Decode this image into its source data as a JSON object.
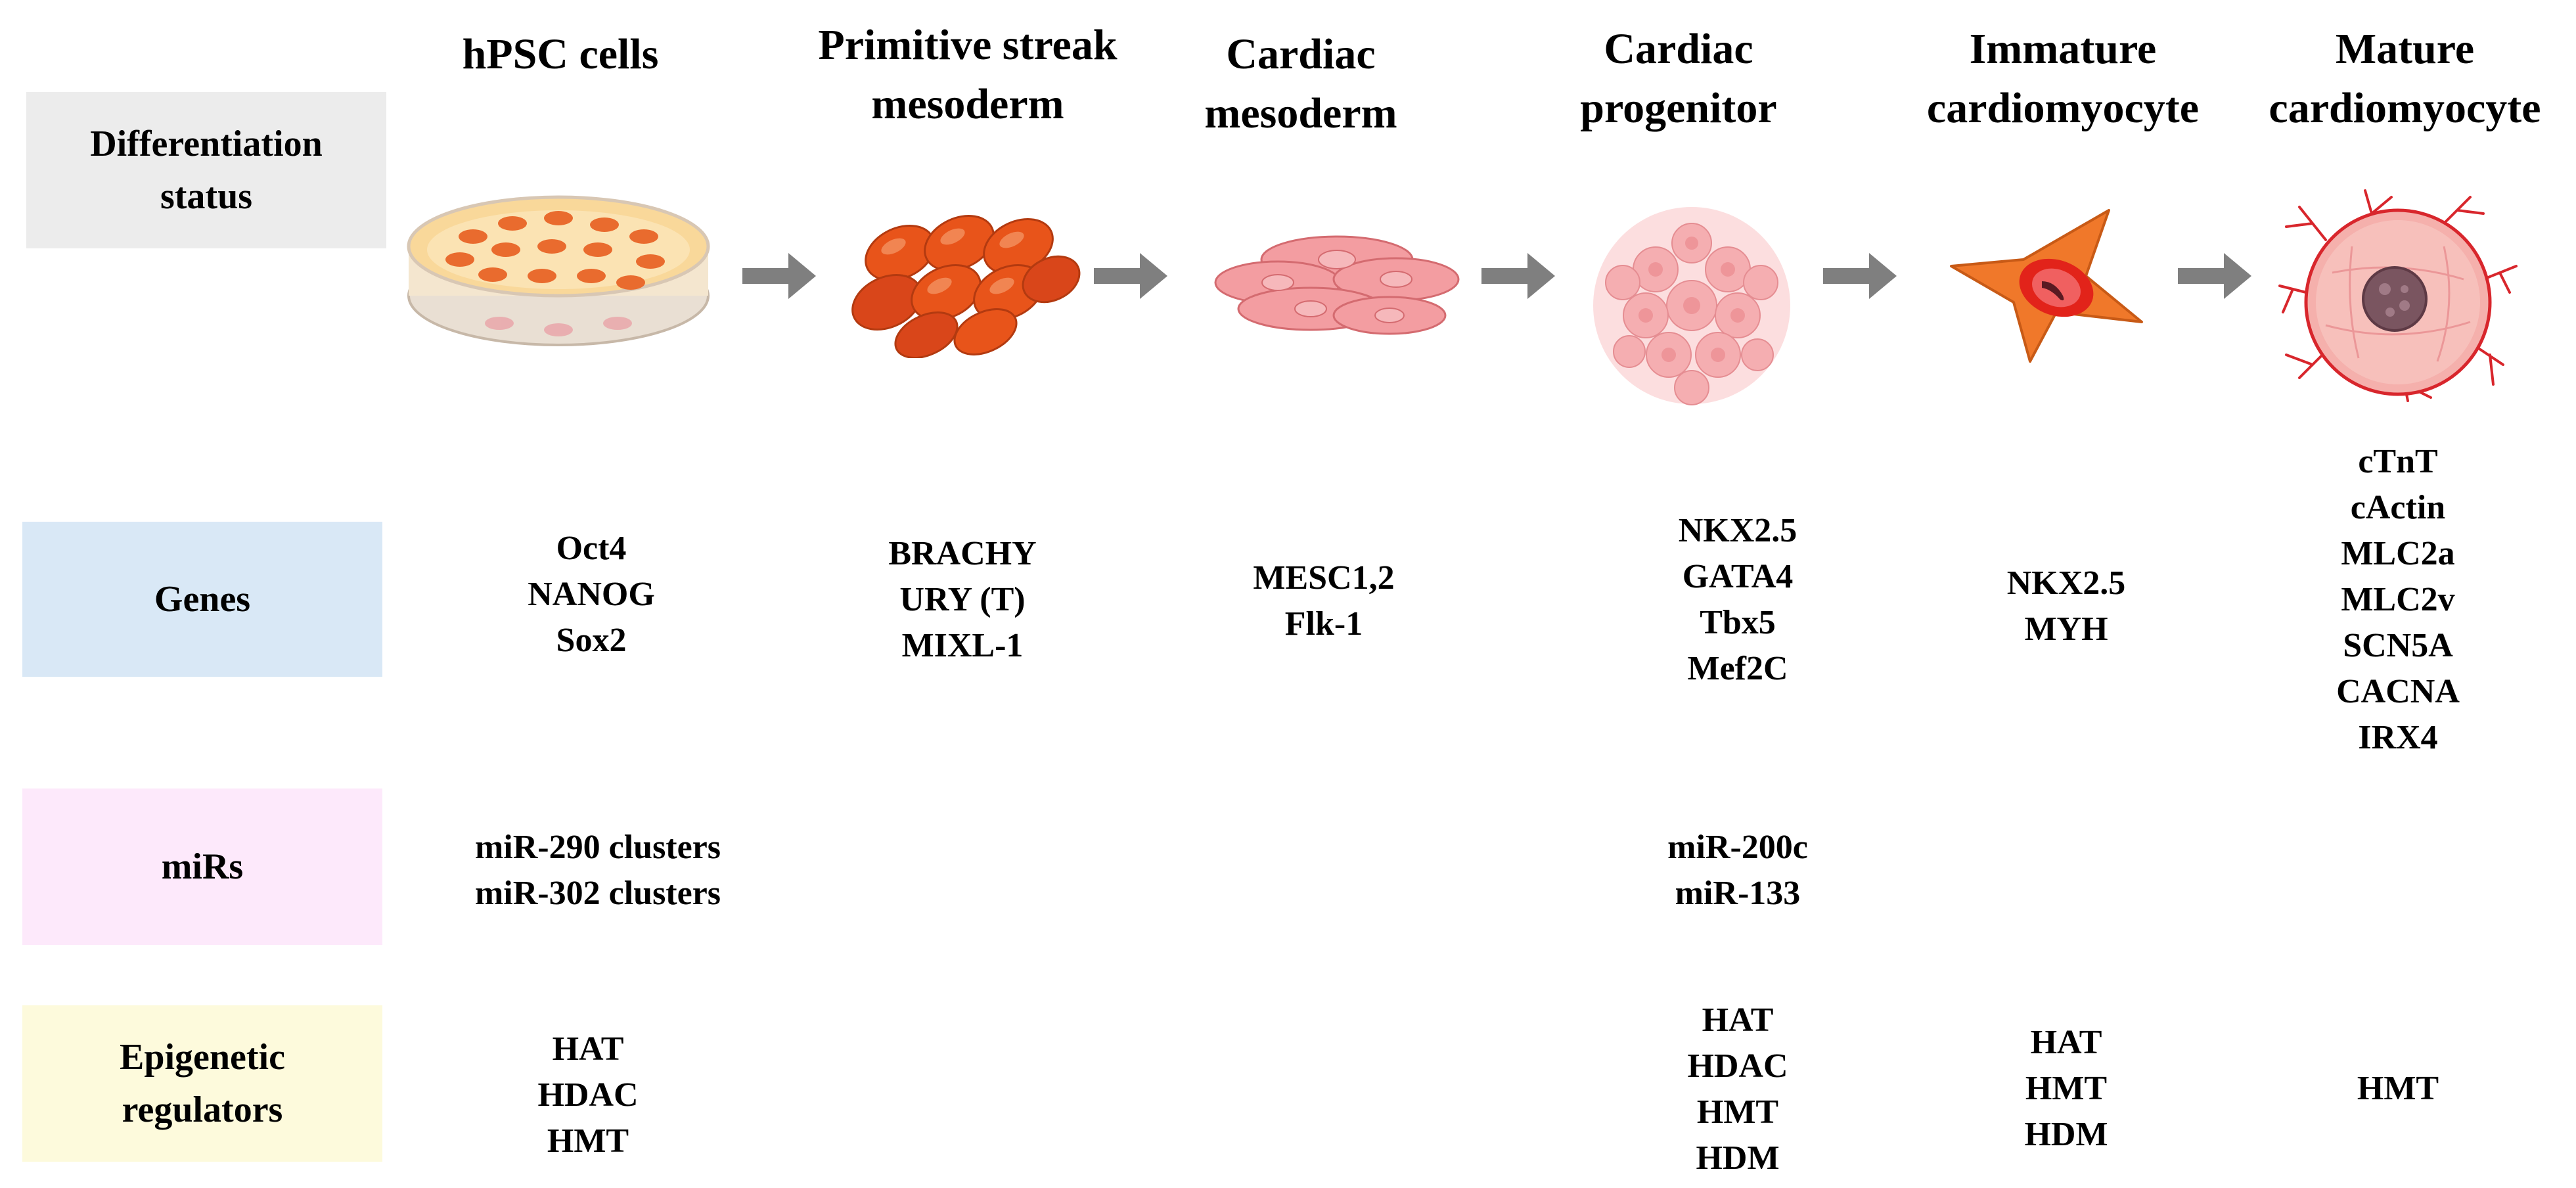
{
  "row_labels": {
    "differentiation": "Differentiation status",
    "genes": "Genes",
    "mirs": "miRs",
    "epigenetic": "Epigenetic regulators"
  },
  "stages": [
    {
      "title": "hPSC cells",
      "icon": "petri-dish-icon",
      "genes": [
        "Oct4",
        "NANOG",
        "Sox2"
      ],
      "mirs": [
        "miR-290 clusters",
        "miR-302 clusters"
      ],
      "epigenetic": [
        "HAT",
        "HDAC",
        "HMT"
      ]
    },
    {
      "title": "Primitive streak mesoderm",
      "icon": "mesoderm-cells-icon",
      "genes": [
        "BRACHY",
        "URY (T)",
        "MIXL-1"
      ],
      "mirs": [],
      "epigenetic": []
    },
    {
      "title": "Cardiac mesoderm",
      "icon": "cardiac-mesoderm-cells-icon",
      "genes": [
        "MESC1,2",
        "Flk-1"
      ],
      "mirs": [],
      "epigenetic": []
    },
    {
      "title": "Cardiac progenitor",
      "icon": "progenitor-cluster-icon",
      "genes": [
        "NKX2.5",
        "GATA4",
        "Tbx5",
        "Mef2C"
      ],
      "mirs": [
        "miR-200c",
        "miR-133"
      ],
      "epigenetic": [
        "HAT",
        "HDAC",
        "HMT",
        "HDM"
      ]
    },
    {
      "title": "Immature cardiomyocyte",
      "icon": "immature-cardiomyocyte-icon",
      "genes": [
        "NKX2.5",
        "MYH"
      ],
      "mirs": [],
      "epigenetic": [
        "HAT",
        "HMT",
        "HDM"
      ]
    },
    {
      "title": "Mature cardiomyocyte",
      "icon": "mature-cardiomyocyte-icon",
      "genes": [
        "cTnT",
        "cActin",
        "MLC2a",
        "MLC2v",
        "SCN5A",
        "CACNA",
        "IRX4"
      ],
      "mirs": [],
      "epigenetic": [
        "HMT"
      ]
    }
  ],
  "colors": {
    "differentiation_bg": "#ececec",
    "genes_bg": "#d9e8f6",
    "mirs_bg": "#fde9fb",
    "epigenetic_bg": "#fdfadc",
    "arrow": "#7f7f7f",
    "mesoderm_orange": "#e8541a",
    "cardiac_pink": "#f08a8f",
    "immature_orange": "#f0782a",
    "mature_red": "#d8262c"
  }
}
